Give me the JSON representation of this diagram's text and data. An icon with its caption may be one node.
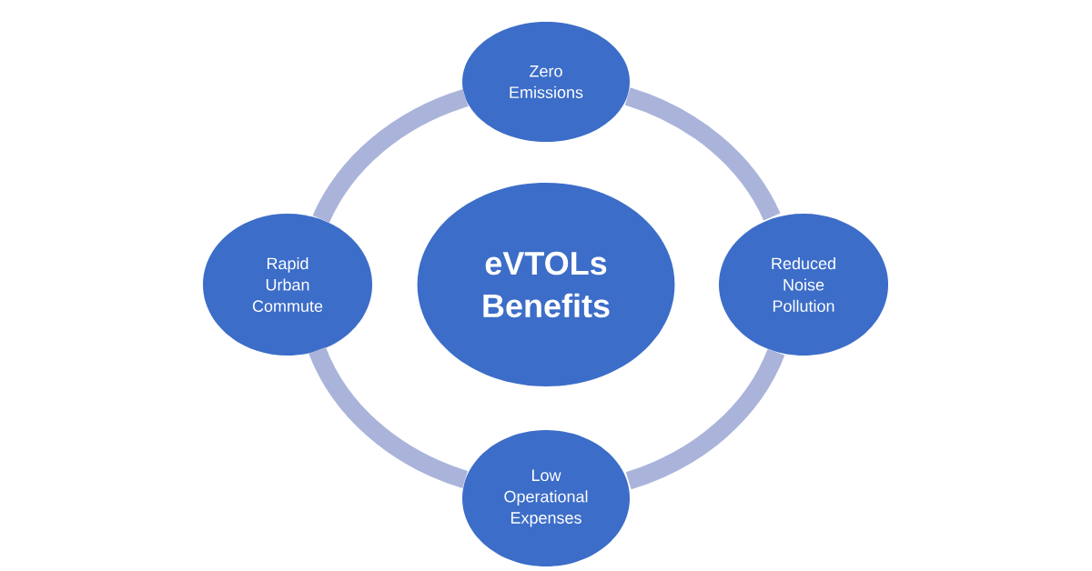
{
  "diagram": {
    "nodes": [
      {
        "text": [
          "Zero Emissions"
        ]
      },
      {
        "text": [
          "Rapid Urban Commute"
        ]
      },
      {
        "text": [
          "eVTOLs Benefits"
        ]
      },
      {
        "text": [
          "Reduced Noise Pollution"
        ]
      },
      {
        "text": [
          "Low Operational Expenses"
        ]
      }
    ],
    "edges": [
      {
        "from": 0,
        "to": 3,
        "arrow": "none"
      },
      {
        "from": 3,
        "to": 4,
        "arrow": "none"
      },
      {
        "from": 4,
        "to": 1,
        "arrow": "none"
      },
      {
        "from": 1,
        "to": 0,
        "arrow": "none"
      }
    ]
  }
}
